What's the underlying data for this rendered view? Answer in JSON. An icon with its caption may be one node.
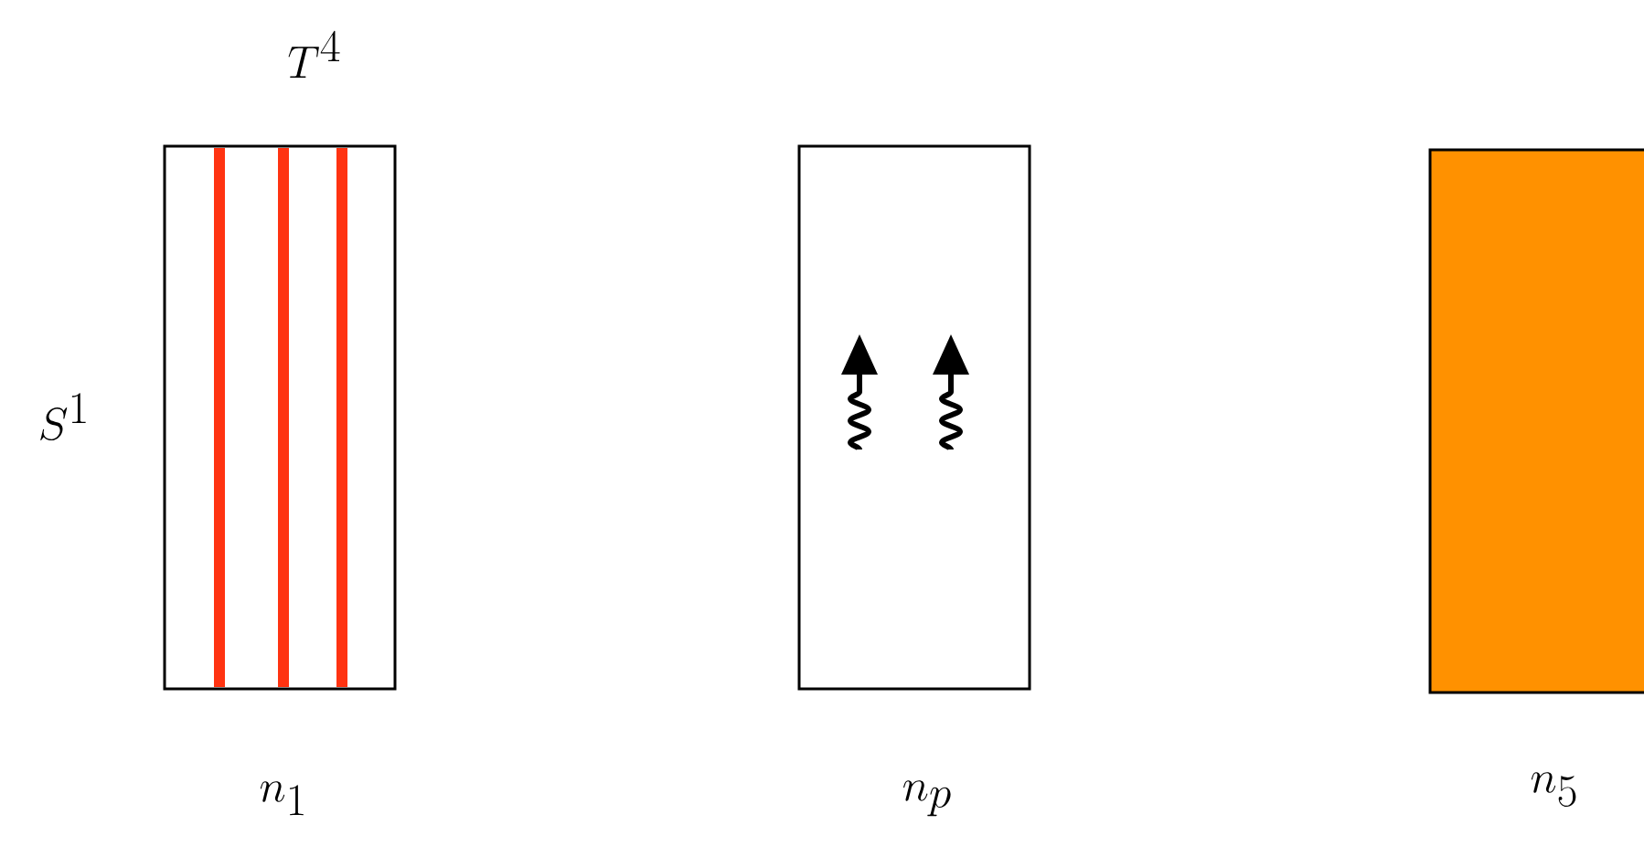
{
  "diagram": {
    "nodes": [
      {
        "text": [],
        "shape": "box"
      },
      {
        "text": [],
        "shape": "box"
      },
      {
        "text": [],
        "shape": "box"
      }
    ],
    "labels": [
      "T^4",
      "S^1",
      "n_1",
      "n_p",
      "n_5"
    ]
  }
}
